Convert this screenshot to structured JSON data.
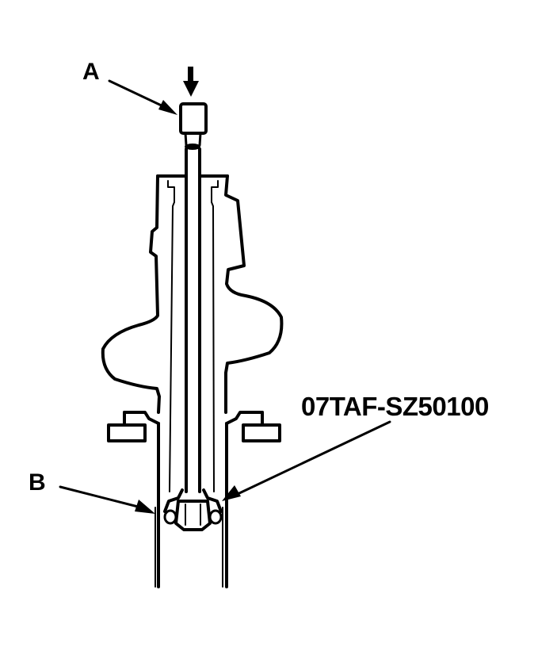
{
  "diagram": {
    "type": "technical-illustration",
    "subject": "shock absorber strut assembly with special tool",
    "labels": {
      "a": "A",
      "b": "B",
      "tool_part_number": "07TAF-SZ50100"
    },
    "colors": {
      "line": "#000000",
      "background": "#ffffff"
    },
    "callouts": [
      {
        "id": "A",
        "points_to": "cap on top of piston rod"
      },
      {
        "id": "B",
        "points_to": "outer tube lip"
      },
      {
        "id": "07TAF-SZ50100",
        "points_to": "seal guide tool at bottom of rod"
      }
    ],
    "force_arrow": {
      "direction": "down",
      "location": "above cap A"
    }
  }
}
